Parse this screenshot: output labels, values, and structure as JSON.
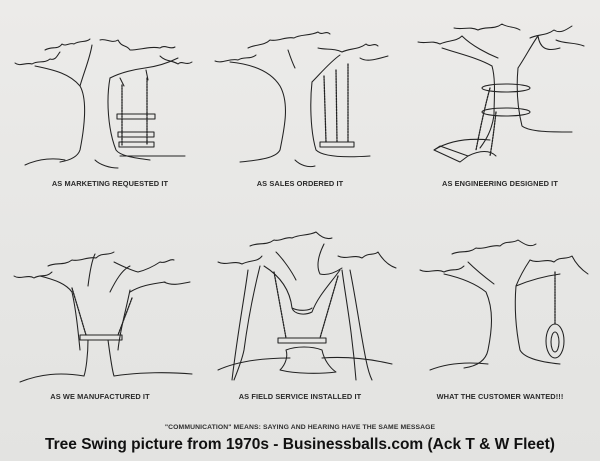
{
  "panels": [
    {
      "id": "marketing",
      "caption": "AS MARKETING REQUESTED IT",
      "depiction": "tree with three-seat ladder swing hanging from branch"
    },
    {
      "id": "sales",
      "caption": "AS SALES ORDERED IT",
      "depiction": "tree with single seat hung from three ropes"
    },
    {
      "id": "engineering",
      "caption": "AS ENGINEERING DESIGNED IT",
      "depiction": "ropes tied around trunk, seat on ground"
    },
    {
      "id": "manufacturing",
      "caption": "AS WE MANUFACTURED IT",
      "depiction": "swing hung from two branches around trunk"
    },
    {
      "id": "field-service",
      "caption": "AS FIELD SERVICE INSTALLED IT",
      "depiction": "trunk cut out and propped with poles"
    },
    {
      "id": "customer",
      "caption": "WHAT THE CUSTOMER WANTED!!!",
      "depiction": "tire swing on a rope"
    }
  ],
  "motto": "\"COMMUNICATION\" MEANS:  SAYING AND HEARING HAVE THE SAME MESSAGE",
  "credit": "Tree Swing picture from 1970s - Businessballs.com (Ack T & W Fleet)",
  "colors": {
    "paper": "#e9e9e7",
    "ink": "#222222"
  }
}
